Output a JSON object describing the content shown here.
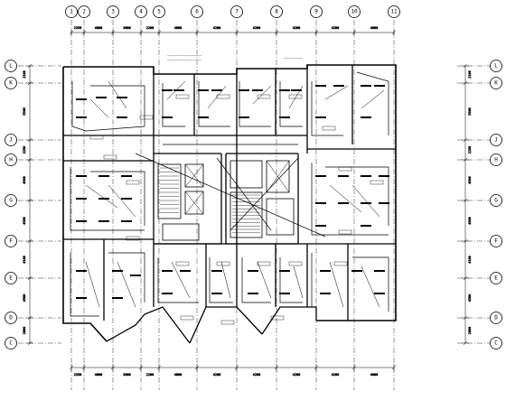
{
  "drawing": {
    "columns_top": [
      {
        "label": "1"
      },
      {
        "label": "2"
      },
      {
        "label": "3"
      },
      {
        "label": "4"
      },
      {
        "label": "5"
      },
      {
        "label": "6"
      },
      {
        "label": "7"
      },
      {
        "label": "8"
      },
      {
        "label": "9"
      },
      {
        "label": "10"
      },
      {
        "label": "11"
      }
    ],
    "rows_left": [
      {
        "label": "L"
      },
      {
        "label": "K"
      },
      {
        "label": "J"
      },
      {
        "label": "H"
      },
      {
        "label": "G"
      },
      {
        "label": "F"
      },
      {
        "label": "E"
      },
      {
        "label": "D"
      },
      {
        "label": "C"
      }
    ],
    "rows_right": [
      {
        "label": "L"
      },
      {
        "label": "K"
      },
      {
        "label": "J"
      },
      {
        "label": "H"
      },
      {
        "label": "G"
      },
      {
        "label": "F"
      },
      {
        "label": "E"
      },
      {
        "label": "D"
      },
      {
        "label": "C"
      }
    ]
  }
}
